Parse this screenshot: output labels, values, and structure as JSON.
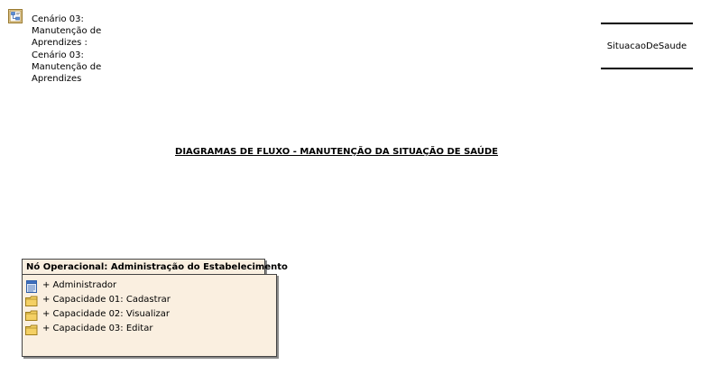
{
  "diagram_reference": {
    "icon": "diagram-link-icon",
    "lines": [
      "Cenário 03:",
      "Manutenção de",
      "Aprendizes :",
      "Cenário 03:",
      "Manutenção de",
      "Aprendizes"
    ]
  },
  "datastore": {
    "label": "SituacaoDeSaude"
  },
  "title": "DIAGRAMAS DE FLUXO - MANUTENÇÃO DA SITUAÇÃO DE SAÚDE",
  "operational_node": {
    "label": "Nó Operacional: Administração do Estabelecimento",
    "items": [
      {
        "icon": "class-icon",
        "label": "+ Administrador"
      },
      {
        "icon": "folder-icon",
        "label": "+ Capacidade 01: Cadastrar"
      },
      {
        "icon": "folder-icon",
        "label": "+ Capacidade 02: Visualizar"
      },
      {
        "icon": "folder-icon",
        "label": "+ Capacidade 03: Editar"
      }
    ]
  },
  "colors": {
    "node_fill": "#faefe0",
    "border": "#444444",
    "shadow": "#8a8a8a",
    "folder_yellow": "#f4d064",
    "icon_blue": "#3f6fbf"
  }
}
